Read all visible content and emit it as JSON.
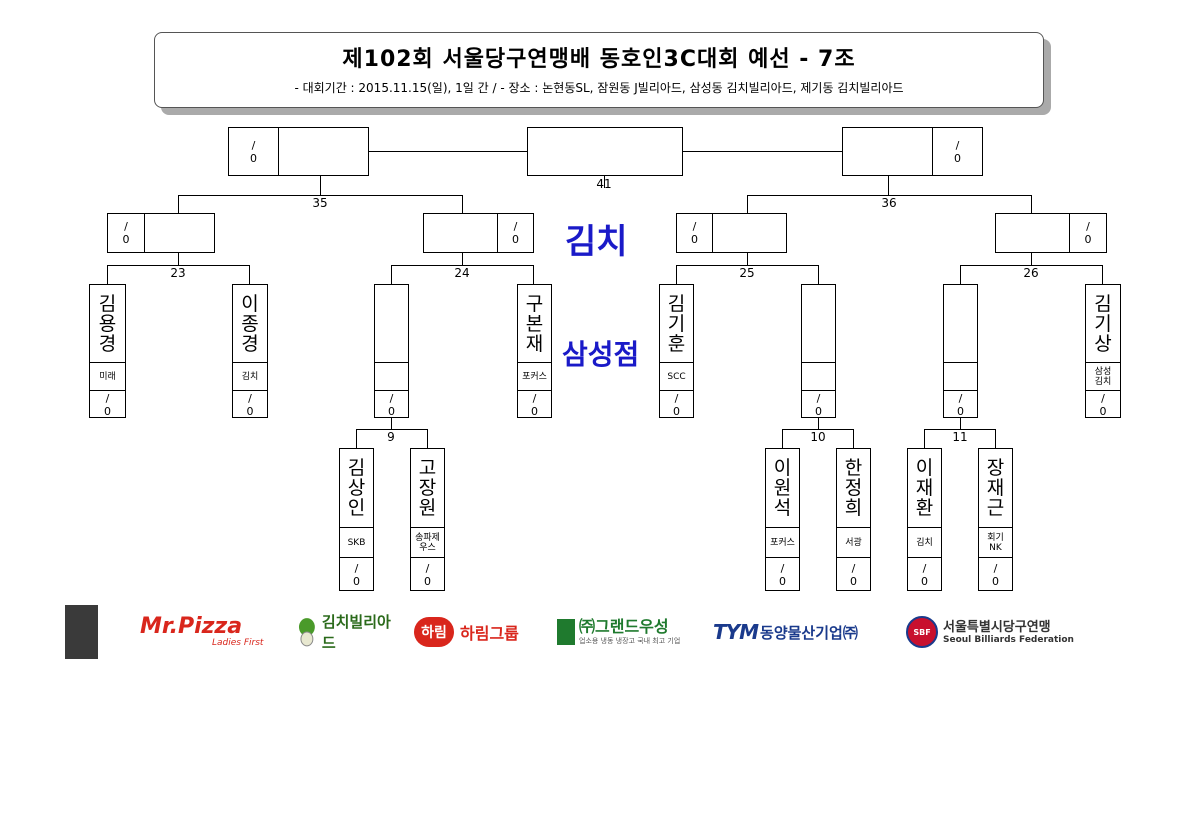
{
  "header": {
    "title": "제102회 서울당구연맹배 동호인3C대회 예선 - 7조",
    "subtitle": "- 대회기간 : 2015.11.15(일), 1일 간 / - 장소 : 논현동SL, 잠원동 J빌리아드, 삼성동 김치빌리아드, 제기동 김치빌리아드"
  },
  "score_placeholder": {
    "top": "/",
    "bottom": "0"
  },
  "matches": {
    "m9": "9",
    "m10": "10",
    "m11": "11",
    "m23": "23",
    "m24": "24",
    "m25": "25",
    "m26": "26",
    "m35": "35",
    "m36": "36",
    "m41": "41"
  },
  "venue": {
    "line1": "김치",
    "line2": "삼성점"
  },
  "players": [
    {
      "id": "p1",
      "name": [
        "김",
        "용",
        "경"
      ],
      "club": "미래"
    },
    {
      "id": "p2",
      "name": [
        "이",
        "종",
        "경"
      ],
      "club": "김치"
    },
    {
      "id": "p3",
      "name": [
        "구",
        "본",
        "재"
      ],
      "club": "포커스"
    },
    {
      "id": "p4",
      "name": [
        "김",
        "기",
        "훈"
      ],
      "club": "SCC"
    },
    {
      "id": "p5",
      "name": [
        "김",
        "기",
        "상"
      ],
      "club": "삼성김치"
    },
    {
      "id": "p6",
      "name": [
        "김",
        "상",
        "인"
      ],
      "club": "SKB"
    },
    {
      "id": "p7",
      "name": [
        "고",
        "장",
        "원"
      ],
      "club": "송파제우스"
    },
    {
      "id": "p8",
      "name": [
        "이",
        "원",
        "석"
      ],
      "club": "포커스"
    },
    {
      "id": "p9",
      "name": [
        "한",
        "정",
        "희"
      ],
      "club": "서광"
    },
    {
      "id": "p10",
      "name": [
        "이",
        "재",
        "환"
      ],
      "club": "김치"
    },
    {
      "id": "p11",
      "name": [
        "장",
        "재",
        "근"
      ],
      "club": "회기NK"
    }
  ],
  "sponsors": {
    "mrpizza": "Mr.Pizza",
    "mrpizza_sub": "Ladies First",
    "kimchi": "김치빌리아드",
    "harim_badge": "하림",
    "harim": "하림그룹",
    "grand": "㈜그랜드우성",
    "grand_sub": "업소용 냉동 냉장고 국내 최고 기업",
    "tym_mark": "TYM",
    "tym": "동양물산기업㈜",
    "sbf_mark": "SBF",
    "sbf": "서울특별시당구연맹",
    "sbf_sub": "Seoul Billiards Federation"
  },
  "colors": {
    "venue": "#1a1ac8",
    "mrpizza": "#d9261c",
    "harim": "#d9261c",
    "grand": "#1f7a2e",
    "tym": "#1a3a8c",
    "sbf": "#333333"
  }
}
